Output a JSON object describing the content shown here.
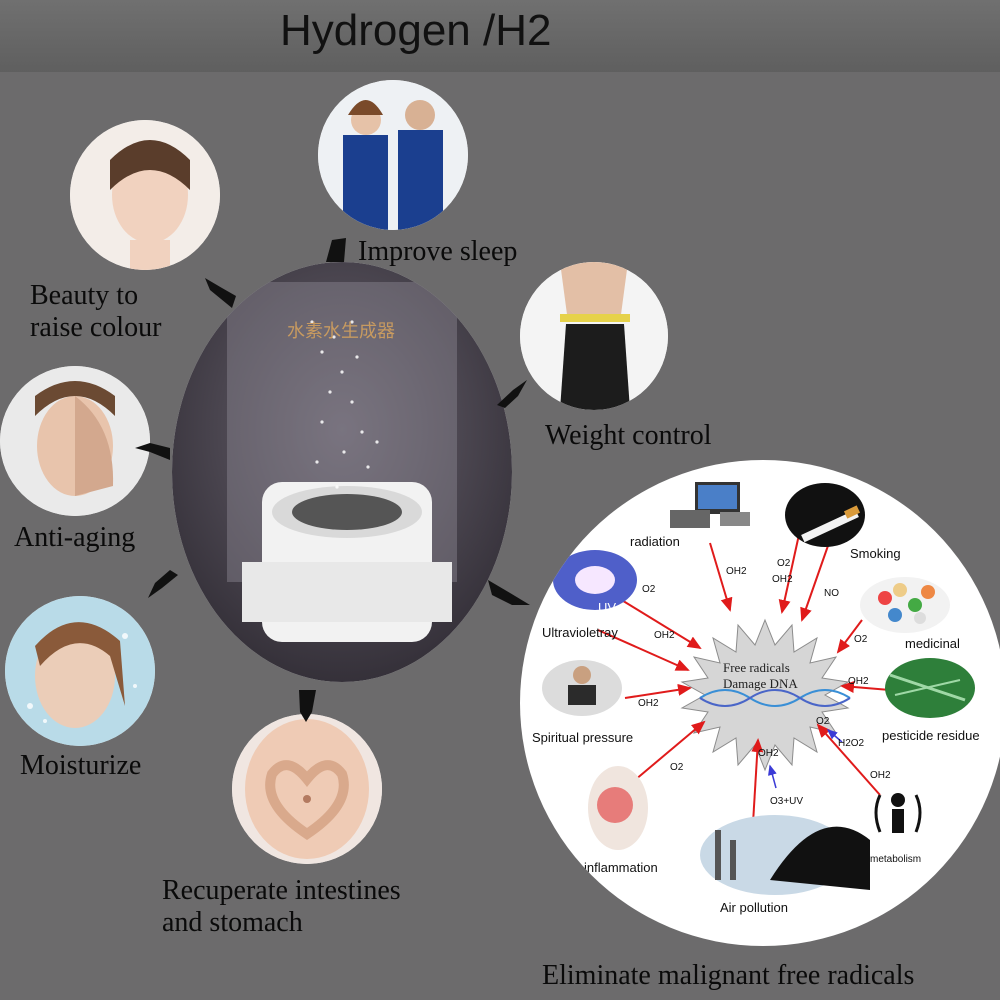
{
  "title": "Hydrogen /H2",
  "benefits": {
    "beauty": "Beauty to\nraise colour",
    "sleep": "Improve sleep",
    "weight": "Weight control",
    "antiaging": "Anti-aging",
    "moisturize": "Moisturize",
    "intestines": "Recuperate intestines\nand stomach",
    "radicals": "Eliminate malignant free radicals"
  },
  "device_text": "水素水生成器",
  "radicals_diagram": {
    "center": [
      "Free radicals",
      "Damage DNA"
    ],
    "sources": {
      "radiation": "radiation",
      "smoking": "Smoking",
      "uv": "UV",
      "ultraviolet": "Ultravioletray",
      "medicinal": "medicinal",
      "spiritual": "Spiritual pressure",
      "pesticide": "pesticide residue",
      "inflammation": "inflammation",
      "airpollution": "Air pollution",
      "metabolism": "metabolism"
    },
    "chem": {
      "oh2_radiation": "OH2",
      "o2_smoking": "O2",
      "oh2_smoking": "OH2",
      "no_smoking": "NO",
      "o2_uv": "O2",
      "oh2_ultraviolet": "OH2",
      "o2_medicinal": "O2",
      "oh2_spiritual": "OH2",
      "oh2_pesticide": "OH2",
      "o2_inflammation": "O2",
      "oh2_air": "OH2",
      "o3uv_air": "O3+UV",
      "o2_metab": "O2",
      "h2o2_metab": "H2O2",
      "oh2_metab": "OH2"
    }
  }
}
